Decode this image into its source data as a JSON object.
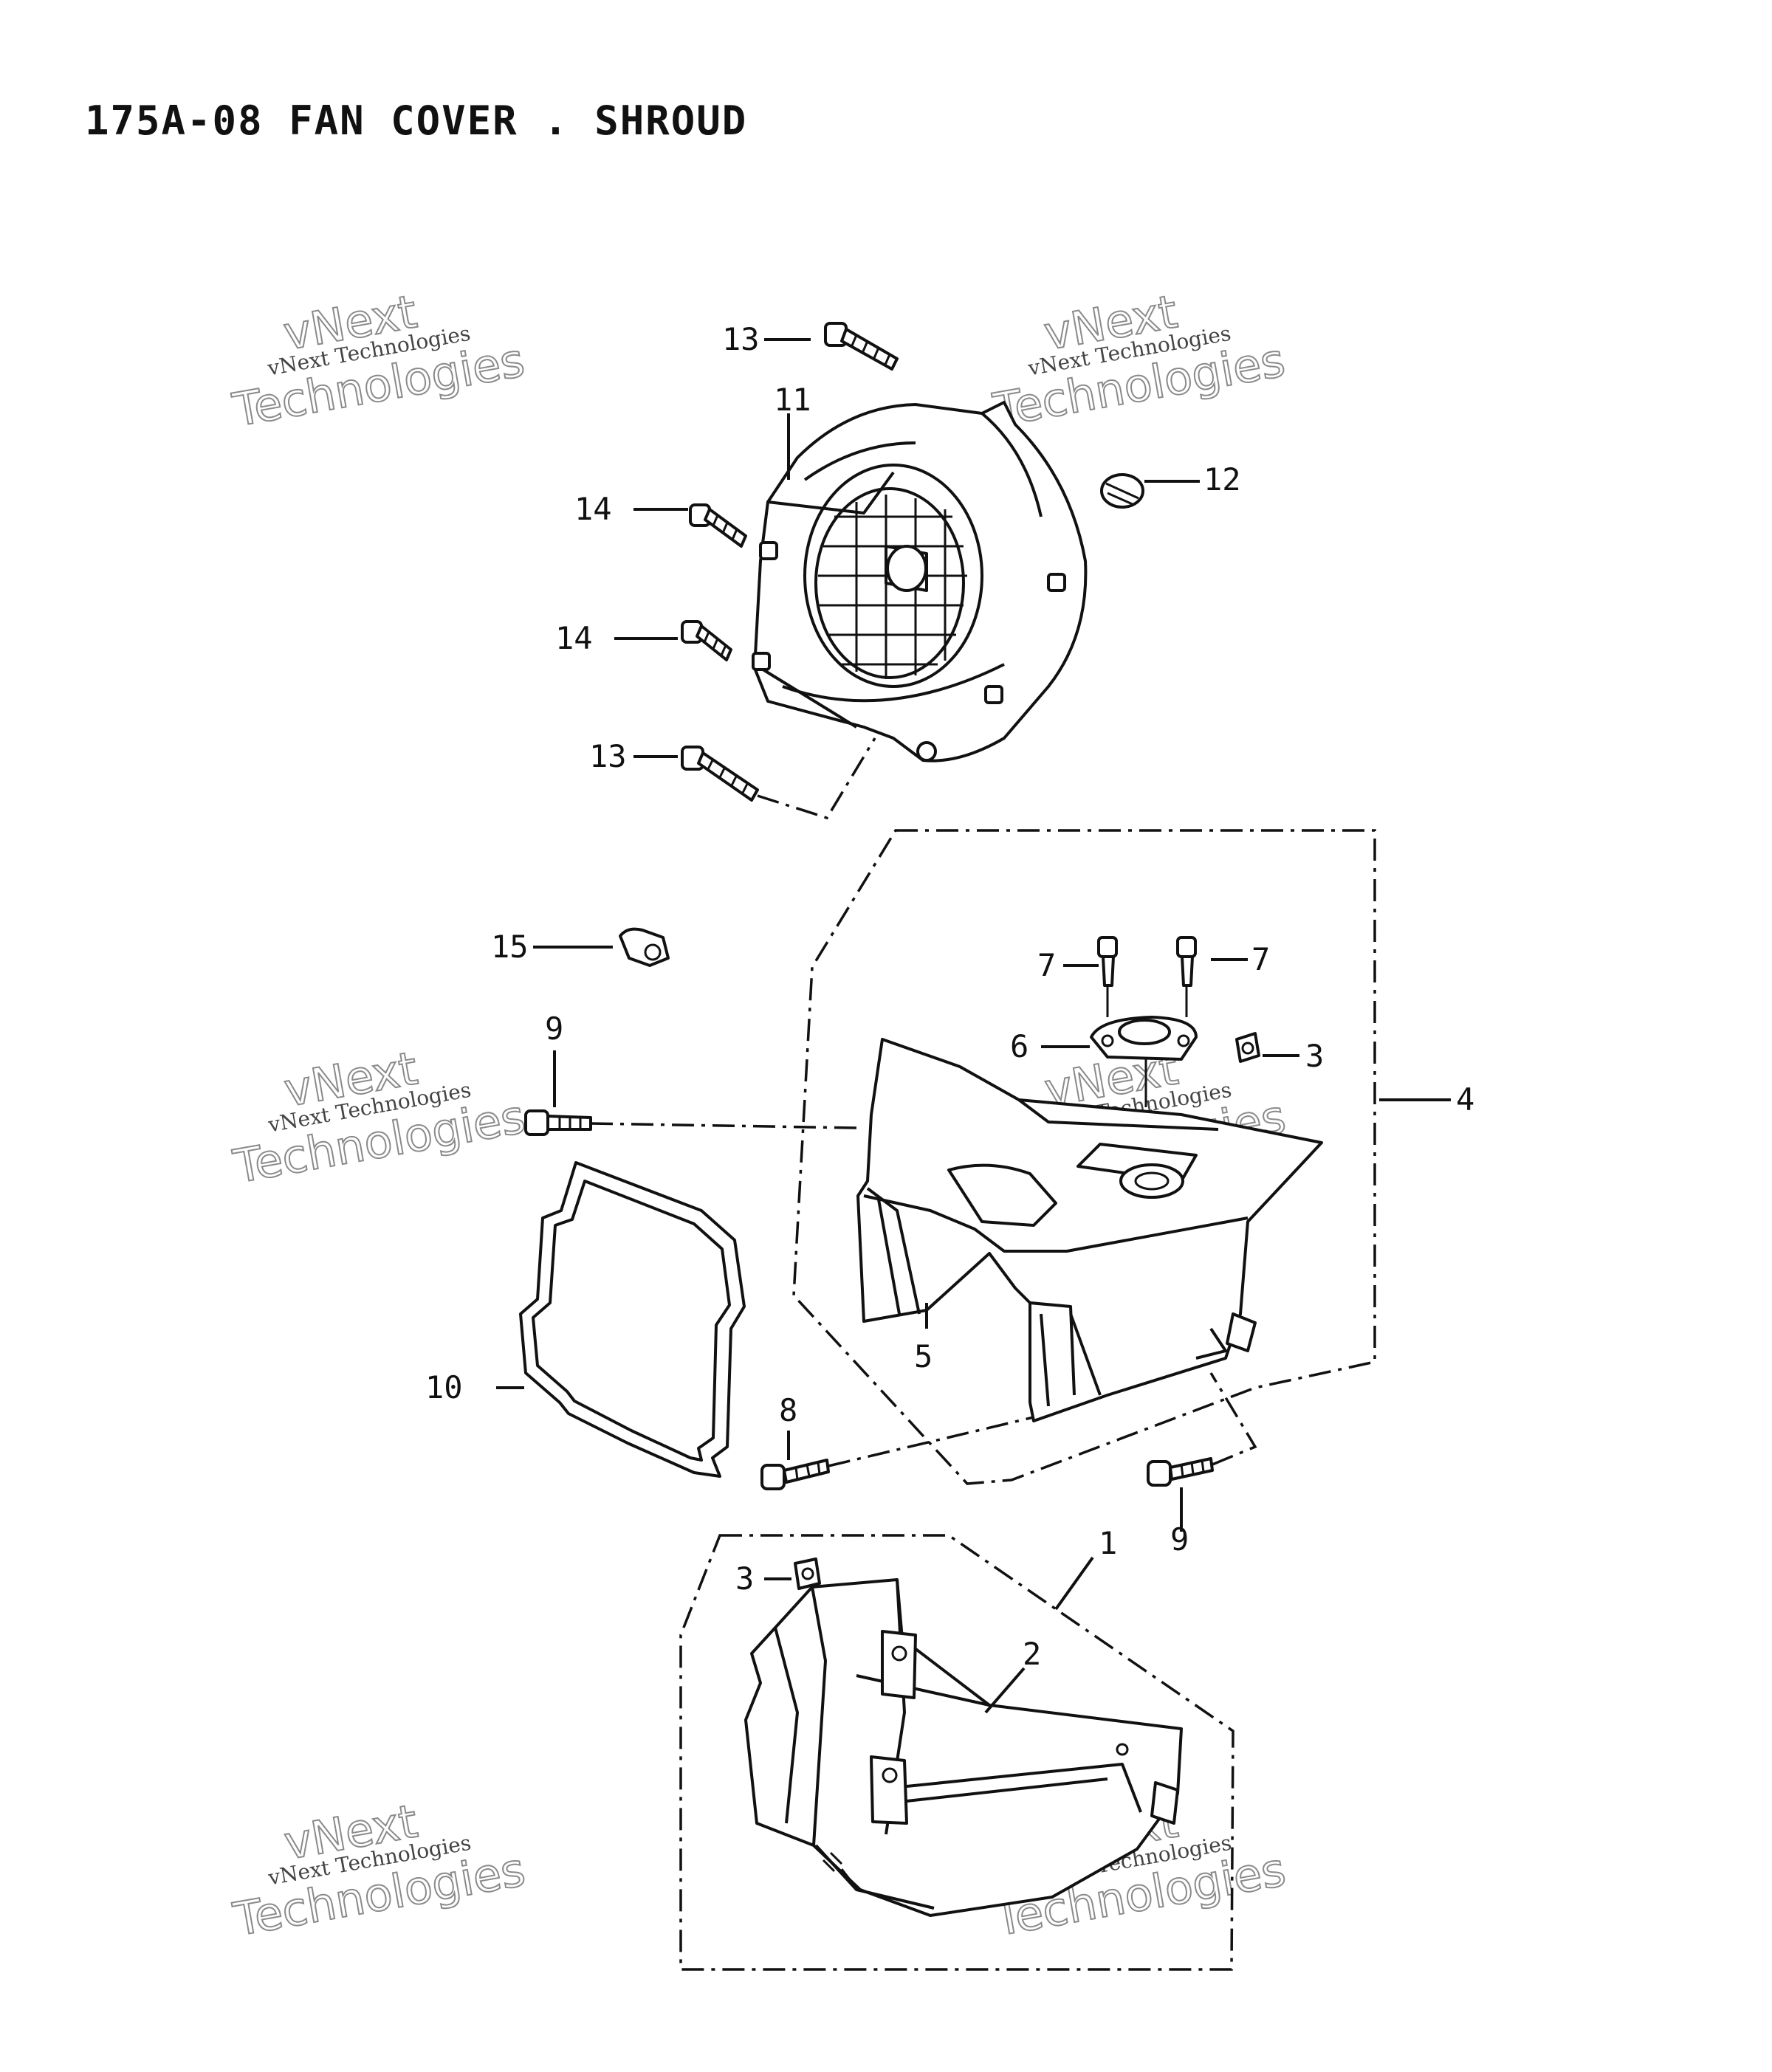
{
  "title": "175A-08 FAN COVER . SHROUD",
  "watermark": {
    "small": "vNext Technologies",
    "top": "vNext",
    "big": "Technologies"
  },
  "callouts": {
    "c1": "1",
    "c2": "2",
    "c3a": "3",
    "c3b": "3",
    "c4": "4",
    "c5": "5",
    "c6": "6",
    "c7a": "7",
    "c7b": "7",
    "c8": "8",
    "c9a": "9",
    "c9b": "9",
    "c10": "10",
    "c11": "11",
    "c12": "12",
    "c13a": "13",
    "c13b": "13",
    "c14a": "14",
    "c14b": "14",
    "c15": "15"
  }
}
